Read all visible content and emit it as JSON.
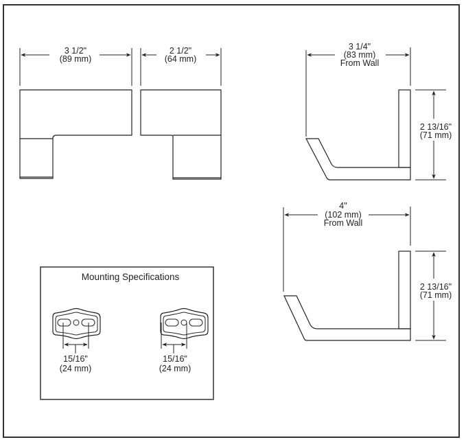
{
  "front_view_3_5": {
    "dim": "3 1/2\"",
    "dim_mm": "(89 mm)"
  },
  "front_view_2_5": {
    "dim": "2 1/2\"",
    "dim_mm": "(64 mm)"
  },
  "side_view_small": {
    "depth": "3 1/4\"",
    "depth_mm": "(83 mm)",
    "depth_note": "From Wall",
    "height": "2 13/16\"",
    "height_mm": "(71 mm)"
  },
  "side_view_large": {
    "depth": "4\"",
    "depth_mm": "(102 mm)",
    "depth_note": "From Wall",
    "height": "2 13/16\"",
    "height_mm": "(71 mm)"
  },
  "mounting": {
    "title": "Mounting Specifications",
    "brackets": [
      {
        "dim": "15/16\"",
        "dim_mm": "(24 mm)"
      },
      {
        "dim": "15/16\"",
        "dim_mm": "(24 mm)"
      }
    ]
  }
}
